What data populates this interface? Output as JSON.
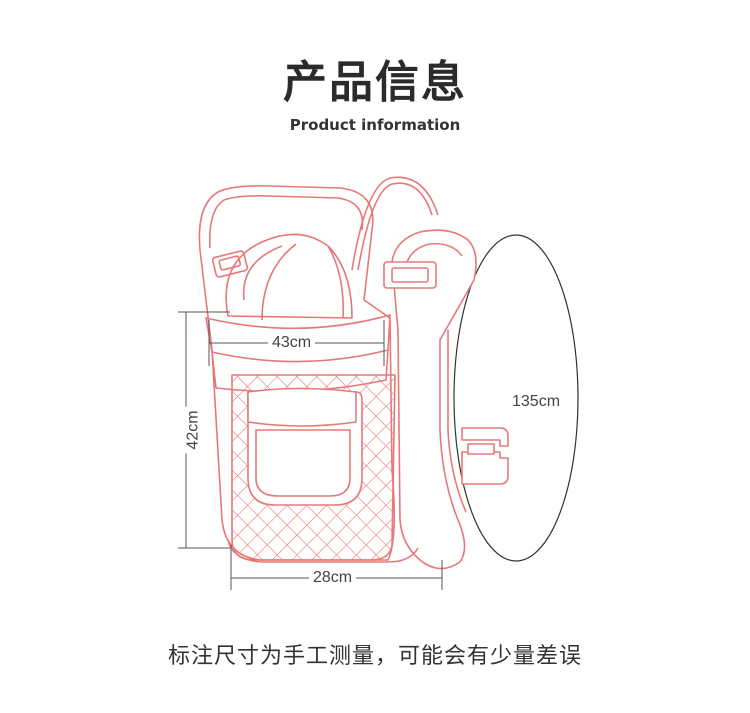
{
  "header": {
    "title": "产品信息",
    "subtitle": "Product information"
  },
  "dimensions": {
    "width_top": "43cm",
    "height": "42cm",
    "width_bottom": "28cm",
    "strap": "135cm"
  },
  "footnote": "标注尺寸为手工测量，可能会有少量差误",
  "colors": {
    "outline": "#e87878",
    "dimension_line": "#555555",
    "strap_loop": "#333333"
  }
}
